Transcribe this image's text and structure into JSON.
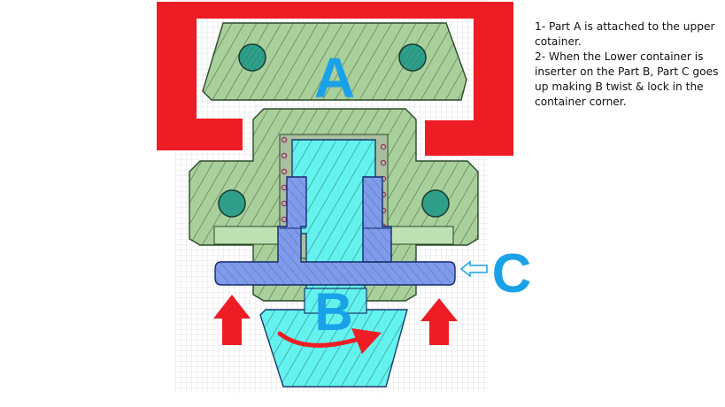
{
  "labels": {
    "part_a": "A",
    "part_b": "B",
    "part_c": "C"
  },
  "notes": [
    "1- Part A is attached to the upper cotainer.",
    "2- When the Lower container is inserter on the Part B, Part C goes up making B twist & lock in the container corner."
  ],
  "colors": {
    "container": "#ee1d25",
    "part_a": "#a9cf9b",
    "part_b": "#63f2ee",
    "part_c": "#7f9bea",
    "label_blue": "#1aa2e8",
    "arrow_red": "#ee1d25",
    "outline": "#1b3a6e",
    "bolt": "#2f9f8a",
    "spring": "#9b2d62",
    "grid": "#c9ced6"
  },
  "icons": {
    "up_arrow_left": "red-up-arrow-icon",
    "up_arrow_right": "red-up-arrow-icon",
    "push_arrow": "outline-left-arrow-icon",
    "twist_arrow": "curved-red-arrow-icon"
  }
}
